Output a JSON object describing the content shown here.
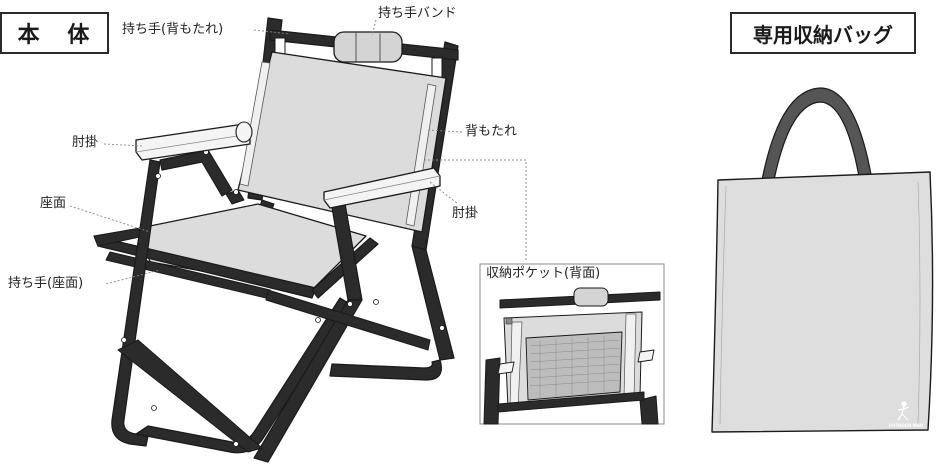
{
  "titles": {
    "main": "本 体",
    "bag": "専用収納バッグ"
  },
  "labels": {
    "handle_back": "持ち手(背もたれ)",
    "handle_band": "持ち手バンド",
    "armrest_left": "肘掛",
    "backrest": "背もたれ",
    "seat": "座面",
    "armrest_right": "肘掛",
    "storage_pocket": "収納ポケット(背面)",
    "handle_seat": "持ち手(座面)"
  },
  "bag_logo": "OUTDOOR MAN",
  "colors": {
    "frame": "#2b2b2b",
    "fabric": "#dcdcdc",
    "armrest": "#f4f4f4",
    "bag_body": "#dedede",
    "bag_strap": "#555555",
    "line": "#1a1a1a",
    "leader": "#888888"
  }
}
